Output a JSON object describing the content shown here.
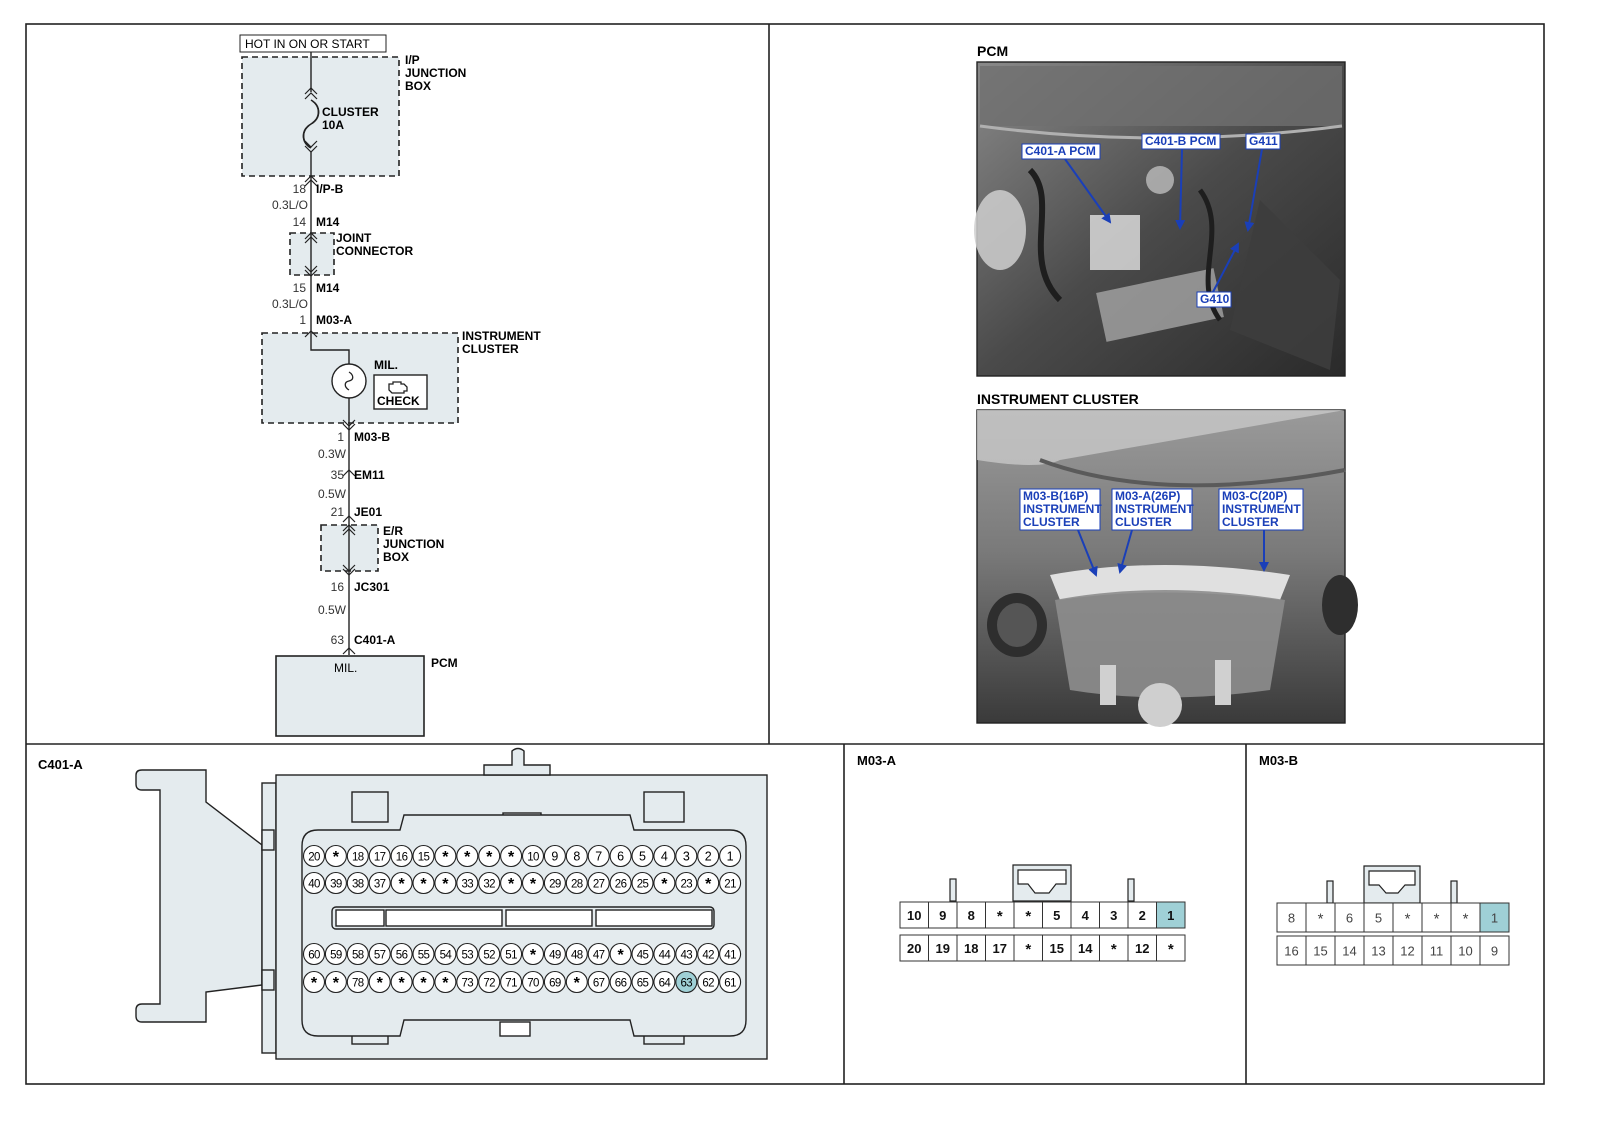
{
  "schematic": {
    "power_label": "HOT IN ON OR START",
    "ip_junction_box": "I/P\nJUNCTION\nBOX",
    "fuse_label": "CLUSTER\n10A",
    "joint_connector": "JOINT\nCONNECTOR",
    "instrument_cluster": "INSTRUMENT\nCLUSTER",
    "mil_label": "MIL.",
    "check_label": "CHECK",
    "er_junction_box": "E/R\nJUNCTION\nBOX",
    "pcm_label": "PCM",
    "pcm_mil": "MIL.",
    "connections": [
      {
        "pin": "18",
        "connector": "I/P-B",
        "wire": "0.3L/O"
      },
      {
        "pin": "14",
        "connector": "M14",
        "wire": ""
      },
      {
        "pin": "15",
        "connector": "M14",
        "wire": "0.3L/O"
      },
      {
        "pin": "1",
        "connector": "M03-A",
        "wire": ""
      },
      {
        "pin": "1",
        "connector": "M03-B",
        "wire": "0.3W"
      },
      {
        "pin": "35",
        "connector": "EM11",
        "wire": "0.5W"
      },
      {
        "pin": "21",
        "connector": "JE01",
        "wire": ""
      },
      {
        "pin": "16",
        "connector": "JC301",
        "wire": "0.5W"
      },
      {
        "pin": "63",
        "connector": "C401-A",
        "wire": ""
      }
    ]
  },
  "photos": {
    "pcm_title": "PCM",
    "pcm_callouts": [
      "C401-A PCM",
      "C401-B PCM",
      "G411",
      "G410"
    ],
    "cluster_title": "INSTRUMENT CLUSTER",
    "cluster_callouts": [
      "M03-B(16P)\nINSTRUMENT\nCLUSTER",
      "M03-A(26P)\nINSTRUMENT\nCLUSTER",
      "M03-C(20P)\nINSTRUMENT\nCLUSTER"
    ]
  },
  "connectors": {
    "c401a": {
      "title": "C401-A",
      "highlight": "63",
      "rows": [
        [
          "20",
          "*",
          "18",
          "17",
          "16",
          "15",
          "*",
          "*",
          "*",
          "*",
          "10",
          "9",
          "8",
          "7",
          "6",
          "5",
          "4",
          "3",
          "2",
          "1"
        ],
        [
          "40",
          "39",
          "38",
          "37",
          "*",
          "*",
          "*",
          "33",
          "32",
          "*",
          "*",
          "29",
          "28",
          "27",
          "26",
          "25",
          "*",
          "23",
          "*",
          "21"
        ],
        [
          "60",
          "59",
          "58",
          "57",
          "56",
          "55",
          "54",
          "53",
          "52",
          "51",
          "*",
          "49",
          "48",
          "47",
          "*",
          "45",
          "44",
          "43",
          "42",
          "41"
        ],
        [
          "*",
          "*",
          "78",
          "*",
          "*",
          "*",
          "*",
          "73",
          "72",
          "71",
          "70",
          "69",
          "*",
          "67",
          "66",
          "65",
          "64",
          "63",
          "62",
          "61"
        ]
      ]
    },
    "m03a": {
      "title": "M03-A",
      "highlight": "1",
      "rows": [
        [
          "10",
          "9",
          "8",
          "*",
          "*",
          "5",
          "4",
          "3",
          "2",
          "1"
        ],
        [
          "20",
          "19",
          "18",
          "17",
          "*",
          "15",
          "14",
          "*",
          "12",
          "*"
        ]
      ]
    },
    "m03b": {
      "title": "M03-B",
      "highlight": "1",
      "rows": [
        [
          "8",
          "*",
          "6",
          "5",
          "*",
          "*",
          "*",
          "1"
        ],
        [
          "16",
          "15",
          "14",
          "13",
          "12",
          "11",
          "10",
          "9"
        ]
      ]
    }
  },
  "colors": {
    "box_fill": "#e4ebee",
    "highlight": "#9fd0d6",
    "callout_blue": "#1a3fb8"
  }
}
